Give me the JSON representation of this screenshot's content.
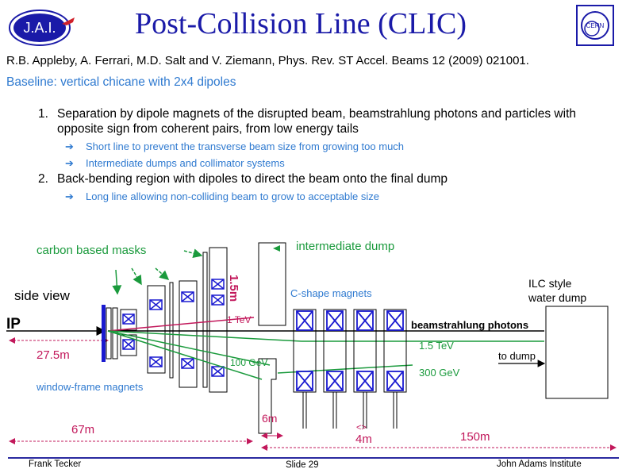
{
  "header": {
    "title": "Post-Collision Line (CLIC)",
    "logo_left_text": "J.A.I.",
    "logo_right_text": "CERN"
  },
  "reference": "R.B. Appleby, A. Ferrari, M.D. Salt and V. Ziemann, Phys. Rev. ST Accel. Beams 12 (2009) 021001.",
  "baseline": "Baseline: vertical chicane with 2x4 dipoles",
  "list": [
    {
      "num": "1.",
      "text": "Separation by dipole magnets of the disrupted beam, beamstrahlung photons and particles with opposite sign from coherent pairs, from low energy tails",
      "subs": [
        "Short line to prevent the transverse beam size from growing too much",
        "Intermediate dumps and collimator systems"
      ]
    },
    {
      "num": "2.",
      "text": "Back-bending region with dipoles to direct the beam onto the final dump",
      "subs": [
        "Long line allowing non-colliding beam to grow to acceptable size"
      ]
    }
  ],
  "arrow_glyph": "➔",
  "diagram": {
    "carbon_masks": "carbon based masks",
    "intermediate_dump": "intermediate dump",
    "side_view": "side view",
    "ip": "IP",
    "dist_27_5": "27.5m",
    "window_frame": "window-frame magnets",
    "dist_67": "67m",
    "dist_1_5": "1.5m",
    "energy_1tev": "1 TeV",
    "energy_100gev": "100 GeV",
    "dist_6": "6m",
    "cshape": "C-shape magnets",
    "beamstrahlung": "beamstrahlung photons",
    "energy_1_5tev": "1.5 TeV",
    "energy_300gev": "300 GeV",
    "dist_4": "4m",
    "ilc_line1": "ILC style",
    "ilc_line2": "water dump",
    "to_dump": "to dump",
    "dist_150": "150m"
  },
  "footer": {
    "left": "Frank Tecker",
    "center": "Slide 29",
    "right": "John Adams Institute"
  },
  "colors": {
    "title": "#1a1aa8",
    "accent_blue": "#2f7ad0",
    "green": "#1a9a3c",
    "magenta": "#c2185b",
    "magnet_blue": "#1a1ad0"
  }
}
